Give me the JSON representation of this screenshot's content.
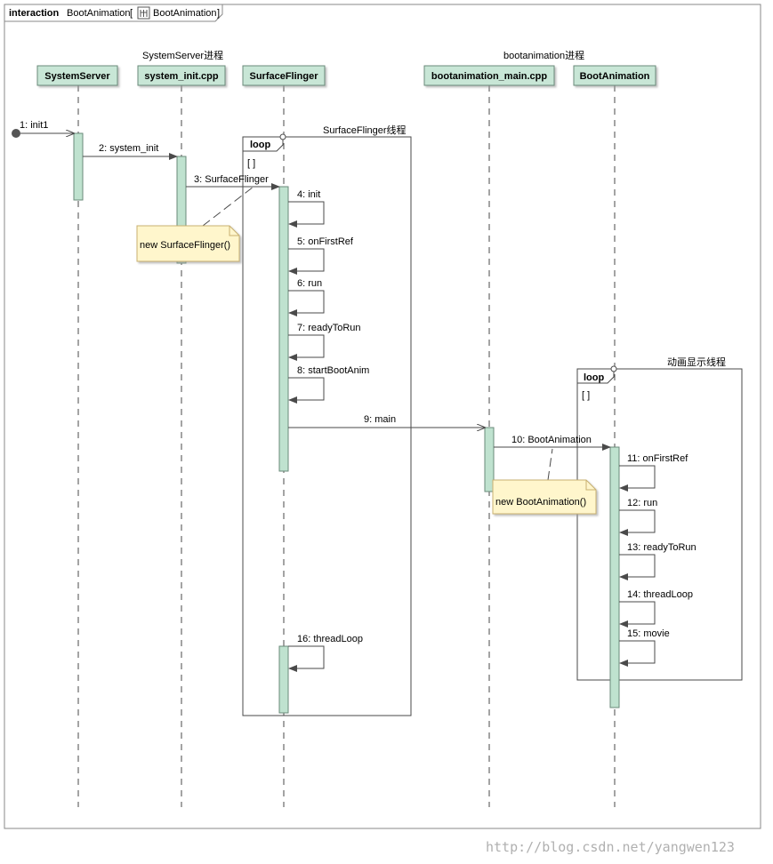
{
  "frame": {
    "keyword": "interaction",
    "name": "BootAnimation",
    "ref_open": "[",
    "ref_name": "BootAnimation",
    "ref_close": "]"
  },
  "colors": {
    "lifeline_fill": "#c8e6d6",
    "activation_fill": "#bfe2cf",
    "note_fill": "#fff6cc",
    "line": "#4a4a4a",
    "watermark": "#b0b0b0"
  },
  "groups": {
    "systemserver": "SystemServer进程",
    "bootanimation": "bootanimation进程",
    "surfaceflinger_thread": "SurfaceFlinger线程",
    "animation_thread": "动画显示线程"
  },
  "lifelines": [
    {
      "id": "systemserver",
      "name": "SystemServer"
    },
    {
      "id": "system-init-cpp",
      "name": "system_init.cpp"
    },
    {
      "id": "surfaceflinger",
      "name": "SurfaceFlinger"
    },
    {
      "id": "bootanimation-main-cpp",
      "name": "bootanimation_main.cpp"
    },
    {
      "id": "bootanimation",
      "name": "BootAnimation"
    }
  ],
  "fragments": [
    {
      "id": "loop-surfaceflinger",
      "keyword": "loop",
      "guard": "[ ]"
    },
    {
      "id": "loop-bootanimation",
      "keyword": "loop",
      "guard": "[ ]"
    }
  ],
  "messages": [
    {
      "id": "m1",
      "label": "1: init1"
    },
    {
      "id": "m2",
      "label": "2: system_init"
    },
    {
      "id": "m3",
      "label": "3: SurfaceFlinger"
    },
    {
      "id": "m4",
      "label": "4: init"
    },
    {
      "id": "m5",
      "label": "5: onFirstRef"
    },
    {
      "id": "m6",
      "label": "6: run"
    },
    {
      "id": "m7",
      "label": "7: readyToRun"
    },
    {
      "id": "m8",
      "label": "8: startBootAnim"
    },
    {
      "id": "m9",
      "label": "9: main"
    },
    {
      "id": "m10",
      "label": "10: BootAnimation"
    },
    {
      "id": "m11",
      "label": "11: onFirstRef"
    },
    {
      "id": "m12",
      "label": "12: run"
    },
    {
      "id": "m13",
      "label": "13: readyToRun"
    },
    {
      "id": "m14",
      "label": "14: threadLoop"
    },
    {
      "id": "m15",
      "label": "15: movie"
    },
    {
      "id": "m16",
      "label": "16: threadLoop"
    }
  ],
  "notes": [
    {
      "id": "note-surfaceflinger",
      "text": "new SurfaceFlinger()"
    },
    {
      "id": "note-bootanimation",
      "text": "new BootAnimation()"
    }
  ],
  "watermark": "http://blog.csdn.net/yangwen123"
}
